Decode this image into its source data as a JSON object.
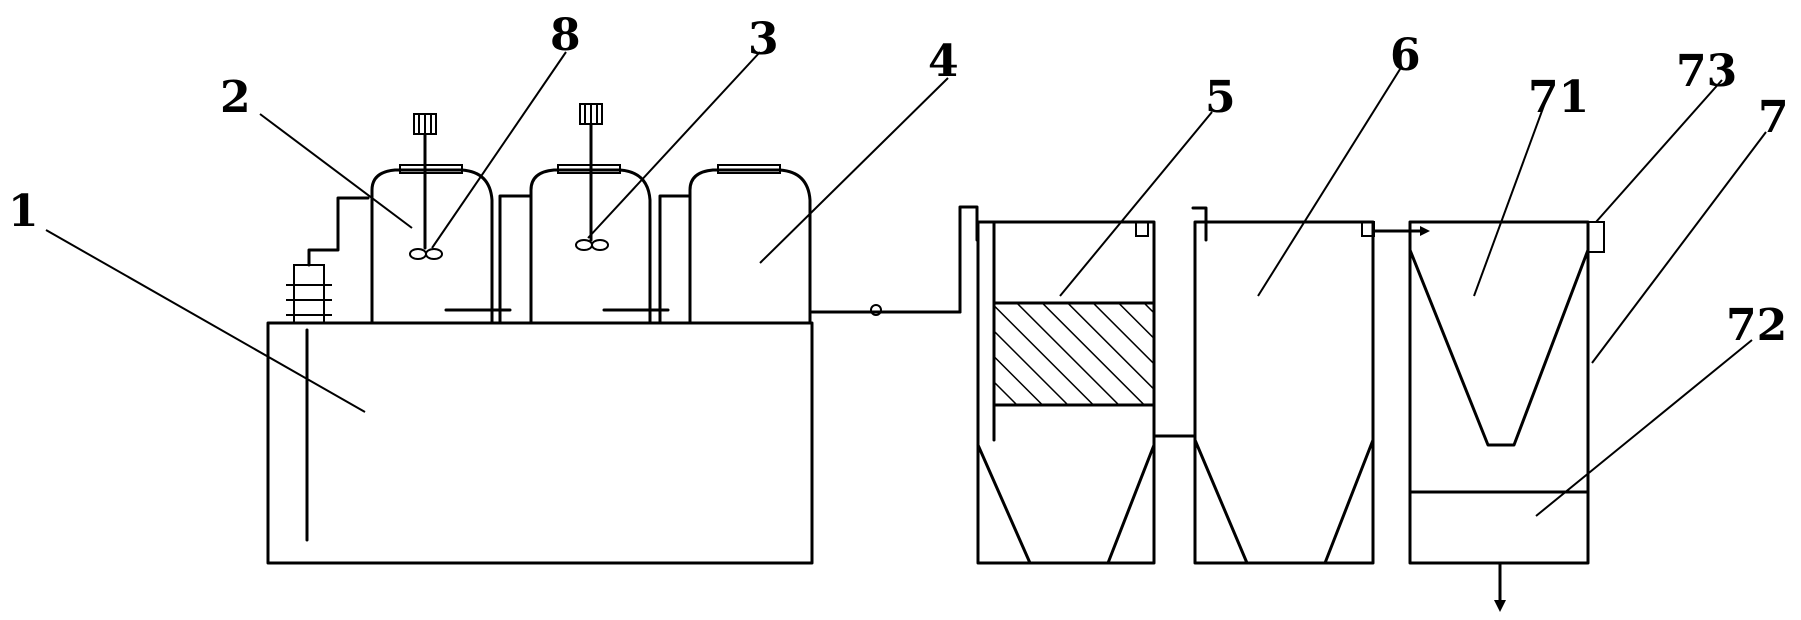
{
  "diagram": {
    "labels": {
      "l1": "1",
      "l2": "2",
      "l8": "8",
      "l3": "3",
      "l4": "4",
      "l5": "5",
      "l6": "6",
      "l71": "71",
      "l73": "73",
      "l7": "7",
      "l72": "72"
    },
    "colors": {
      "stroke": "#000000",
      "background": "#ffffff"
    }
  }
}
